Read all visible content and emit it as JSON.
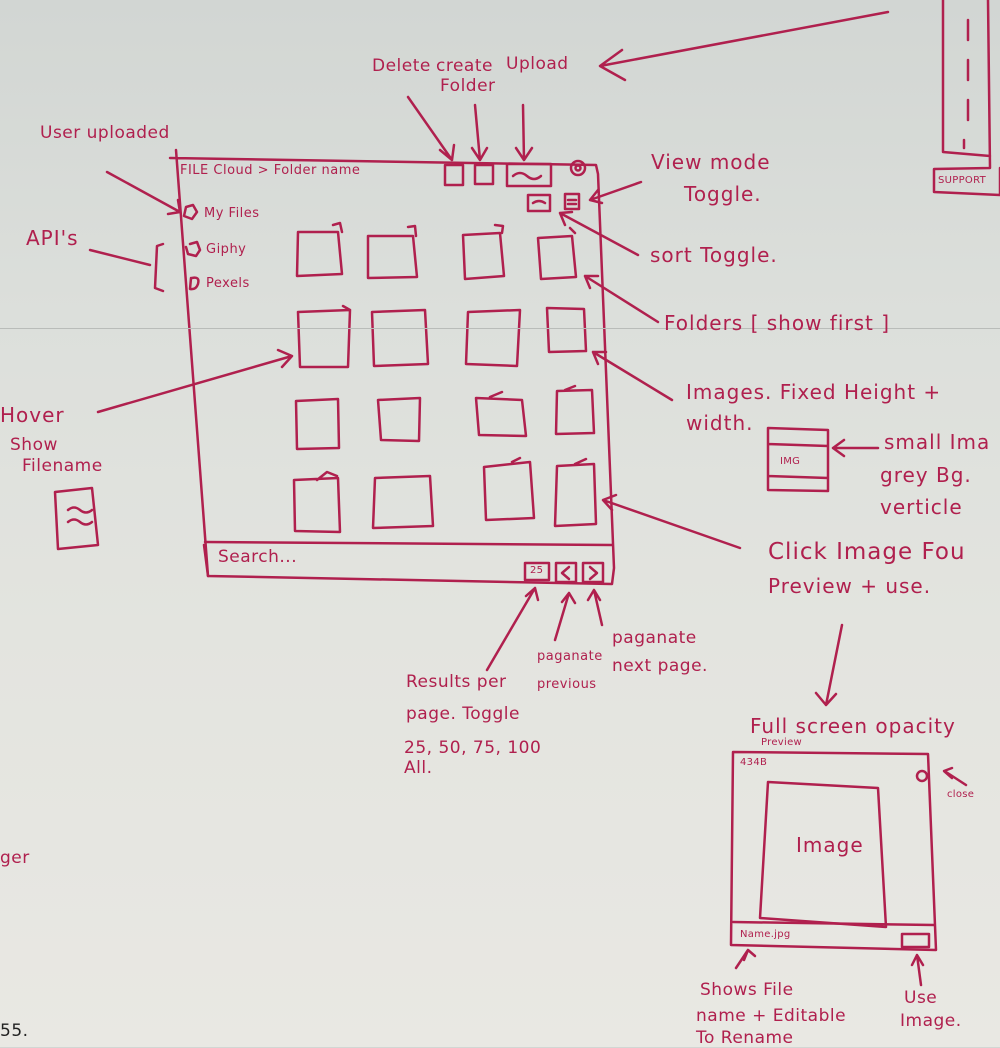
{
  "wireframe": {
    "breadcrumb": "FILE Cloud > Folder name",
    "sidebar": [
      "My Files",
      "Giphy",
      "Pexels"
    ],
    "search_placeholder": "Search...",
    "per_page_button": "25"
  },
  "preview": {
    "size": "434B",
    "image_label": "Image",
    "file_name": "Name.jpg",
    "title_partial": "Preview"
  },
  "annotations": {
    "toolbar_actions": [
      "Delete",
      "create",
      "Upload"
    ],
    "toolbar_actions_line2": "Folder",
    "user_uploaded": "User uploaded",
    "apis": "API's",
    "hover": [
      "Hover",
      "Show",
      "Filename"
    ],
    "view_mode": [
      "View mode",
      "Toggle."
    ],
    "sort_toggle": "sort Toggle.",
    "folders": "Folders [ show first ]",
    "images": [
      "Images. Fixed Height +",
      "width."
    ],
    "small_image": [
      "small Ima",
      "grey Bg.",
      "verticle"
    ],
    "img_label": "IMG",
    "click_image": [
      "Click Image Fou",
      "Preview + use."
    ],
    "results_per_page": [
      "Results per",
      "page. Toggle",
      "25, 50, 75, 100",
      "All."
    ],
    "paginate_prev": [
      "paganate",
      "previous"
    ],
    "paginate_next": [
      "paganate",
      "next page."
    ],
    "fullscreen": "Full screen opacity",
    "close": "close",
    "shows_file": [
      "Shows File",
      "name + Editable",
      "To Rename"
    ],
    "use_image": [
      "Use",
      "Image."
    ],
    "support": "SUPPORT",
    "corner_ger": "ger",
    "corner_55": "55."
  }
}
